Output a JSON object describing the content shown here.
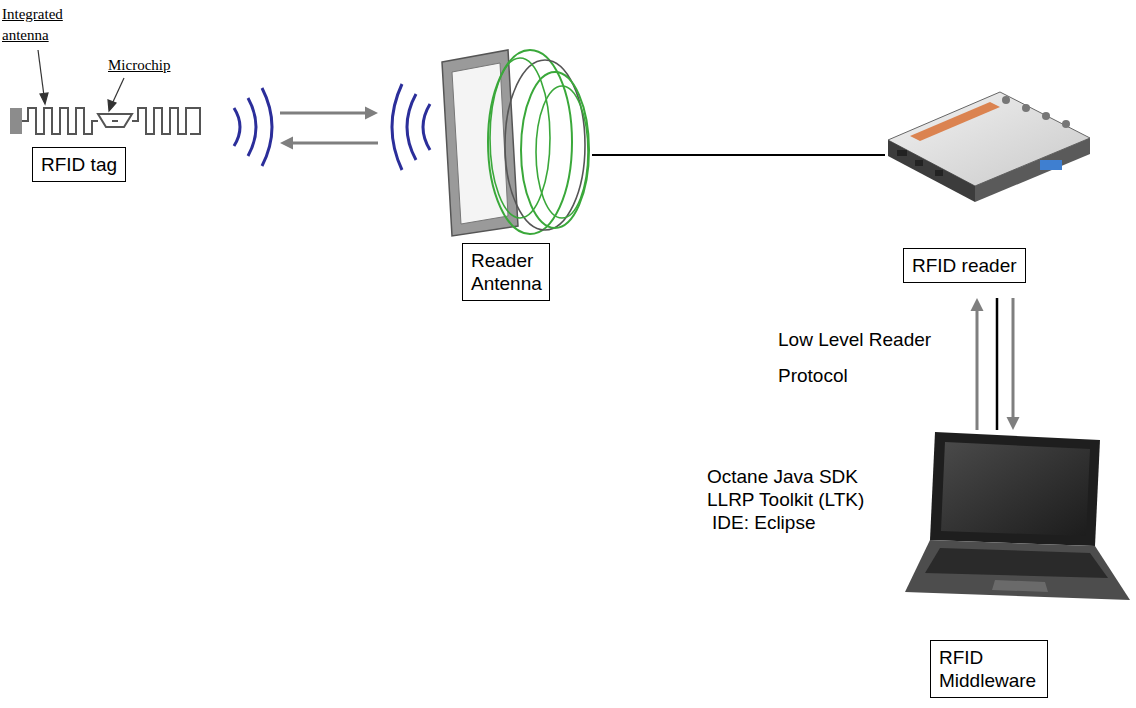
{
  "diagram": {
    "nodes": [
      {
        "text": [
          "RFID tag"
        ]
      },
      {
        "text": [
          "Reader Antenna"
        ]
      },
      {
        "text": [
          "RFID reader"
        ]
      },
      {
        "text": [
          "RFID Middleware"
        ]
      }
    ],
    "edges": [
      {
        "from": 0,
        "to": 1,
        "arrow": "to"
      },
      {
        "from": 1,
        "to": 0,
        "arrow": "to"
      },
      {
        "from": 1,
        "to": 2,
        "arrow": "none"
      },
      {
        "from": 2,
        "to": 3,
        "arrow": "none"
      },
      {
        "from": 3,
        "to": 2,
        "arrow": "to",
        "label": "Low Level Reader Protocol"
      },
      {
        "from": 2,
        "to": 3,
        "arrow": "to"
      }
    ],
    "labels": [
      "Integrated antenna",
      "Microchip",
      "Octane Java SDK",
      "LLRP Toolkit (LTK)",
      "IDE: Eclipse"
    ]
  }
}
